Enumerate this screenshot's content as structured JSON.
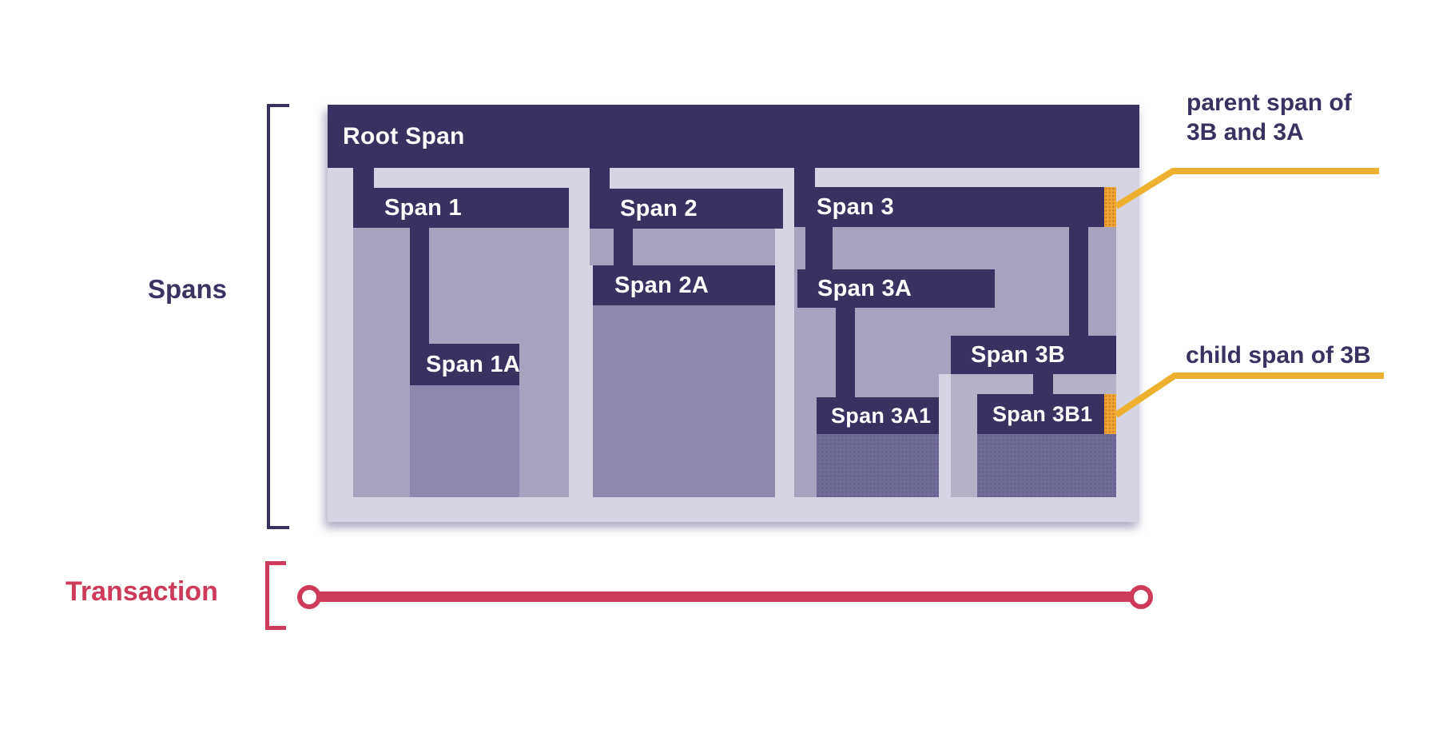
{
  "diagram": {
    "left_label": "Spans",
    "bottom_left_label": "Transaction"
  },
  "spans": {
    "root": "Root Span",
    "s1": "Span 1",
    "s1a": "Span 1A",
    "s2": "Span 2",
    "s2a": "Span 2A",
    "s3": "Span 3",
    "s3a": "Span 3A",
    "s3a1": "Span 3A1",
    "s3b": "Span 3B",
    "s3b1": "Span 3B1"
  },
  "annotations": {
    "parent_line1": "parent span of",
    "parent_line2": "3B and 3A",
    "child": "child span of 3B"
  },
  "colors": {
    "navy_bar": "#3a3162",
    "container_interior": "#d6d4e2",
    "duration_medium": "#a7a3bf",
    "duration_mid_dark": "#8e89ac",
    "duration_dark": "#706b97",
    "duration_light_medium": "#b5b2c7",
    "orange_highlight": "#f0a630",
    "annotation_line_yellow": "#eeb02f",
    "transaction_red": "#cd3a5a"
  }
}
